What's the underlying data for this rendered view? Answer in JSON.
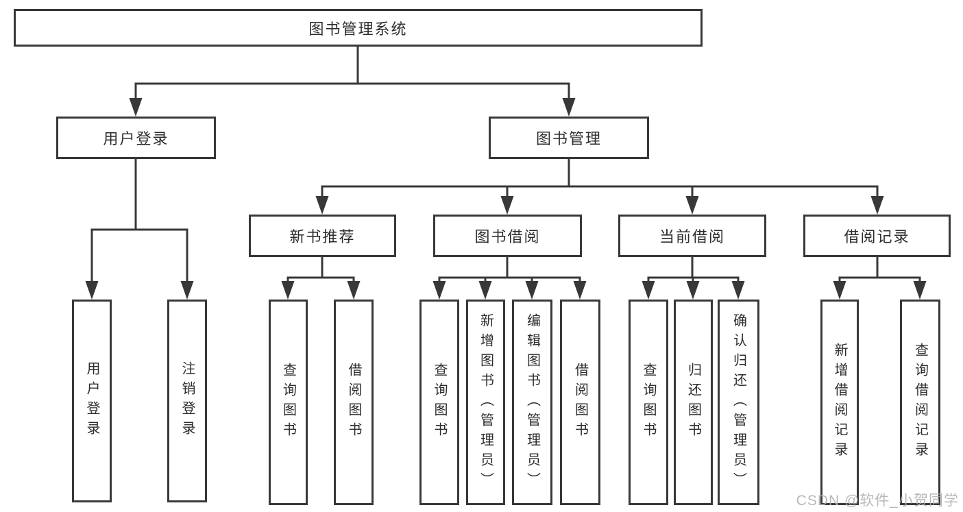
{
  "diagram": {
    "type": "hierarchy-tree",
    "tree": {
      "label": "图书管理系统",
      "children": [
        {
          "label": "用户登录",
          "children": [
            {
              "label": "用户登录"
            },
            {
              "label": "注销登录"
            }
          ]
        },
        {
          "label": "图书管理",
          "children": [
            {
              "label": "新书推荐",
              "children": [
                {
                  "label": "查询图书"
                },
                {
                  "label": "借阅图书"
                }
              ]
            },
            {
              "label": "图书借阅",
              "children": [
                {
                  "label": "查询图书"
                },
                {
                  "label": "新增图书（管理员）"
                },
                {
                  "label": "编辑图书（管理员）"
                },
                {
                  "label": "借阅图书"
                }
              ]
            },
            {
              "label": "当前借阅",
              "children": [
                {
                  "label": "查询图书"
                },
                {
                  "label": "归还图书"
                },
                {
                  "label": "确认归还（管理员）"
                }
              ]
            },
            {
              "label": "借阅记录",
              "children": [
                {
                  "label": "新增借阅记录"
                },
                {
                  "label": "查询借阅记录"
                }
              ]
            }
          ]
        }
      ]
    },
    "colors": {
      "line": "#383838",
      "box_border": "#383838",
      "text": "#2d2d2d",
      "background": "#ffffff",
      "watermark": "#b2b2b2"
    }
  },
  "watermark": "CSDN @软件_小贺同学"
}
